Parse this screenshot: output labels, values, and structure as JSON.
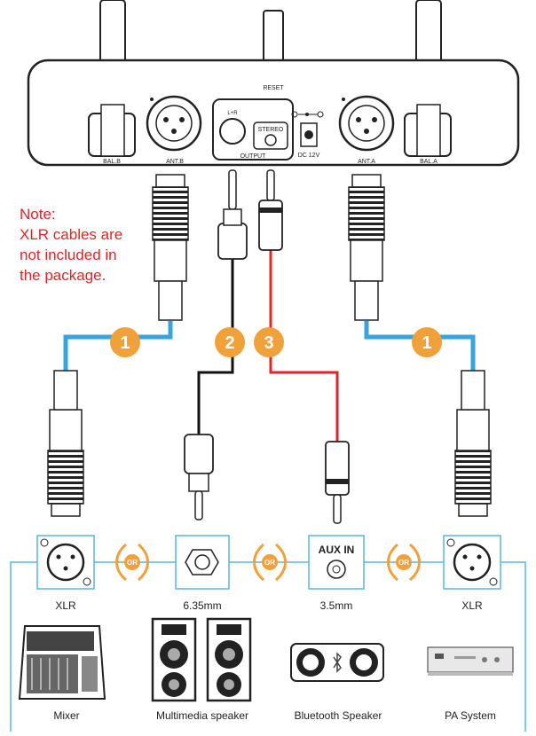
{
  "receiver": {
    "labels": {
      "bal_b": "BAL.B",
      "ant_b": "ANT.B",
      "lr": "L+R",
      "stereo": "STEREO",
      "output": "OUTPUT",
      "reset": "RESET",
      "dc": "DC 12V",
      "ant_a": "ANT.A",
      "bal_a": "BAL.A"
    }
  },
  "note": {
    "lines": [
      "Note:",
      "XLR cables are",
      "not included in",
      "the package."
    ],
    "color": "#d8262a"
  },
  "cables": [
    {
      "number": "1",
      "color": "#3aa3dc"
    },
    {
      "number": "2",
      "color": "#111111"
    },
    {
      "number": "3",
      "color": "#e0262a"
    },
    {
      "number": "1",
      "color": "#3aa3dc"
    }
  ],
  "badge_color": "#f0a13a",
  "or_label": "OR",
  "ports": {
    "xlr_left": "XLR",
    "jack": "6.35mm",
    "aux_title": "AUX IN",
    "aux": "3.5mm",
    "xlr_right": "XLR"
  },
  "devices": {
    "mixer": "Mixer",
    "multimedia": "Multimedia speaker",
    "bluetooth": "Bluetooth Speaker",
    "pa": "PA System"
  }
}
